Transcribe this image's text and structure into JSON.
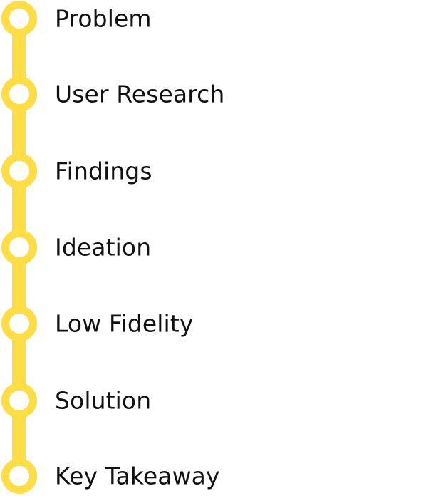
{
  "theme": {
    "accent": "#FFDD44",
    "text": "#111111",
    "background": "#ffffff"
  },
  "timeline": {
    "steps": [
      {
        "label": "Problem"
      },
      {
        "label": "User Research"
      },
      {
        "label": "Findings"
      },
      {
        "label": "Ideation"
      },
      {
        "label": "Low Fidelity"
      },
      {
        "label": "Solution"
      },
      {
        "label": "Key Takeaway"
      }
    ]
  }
}
